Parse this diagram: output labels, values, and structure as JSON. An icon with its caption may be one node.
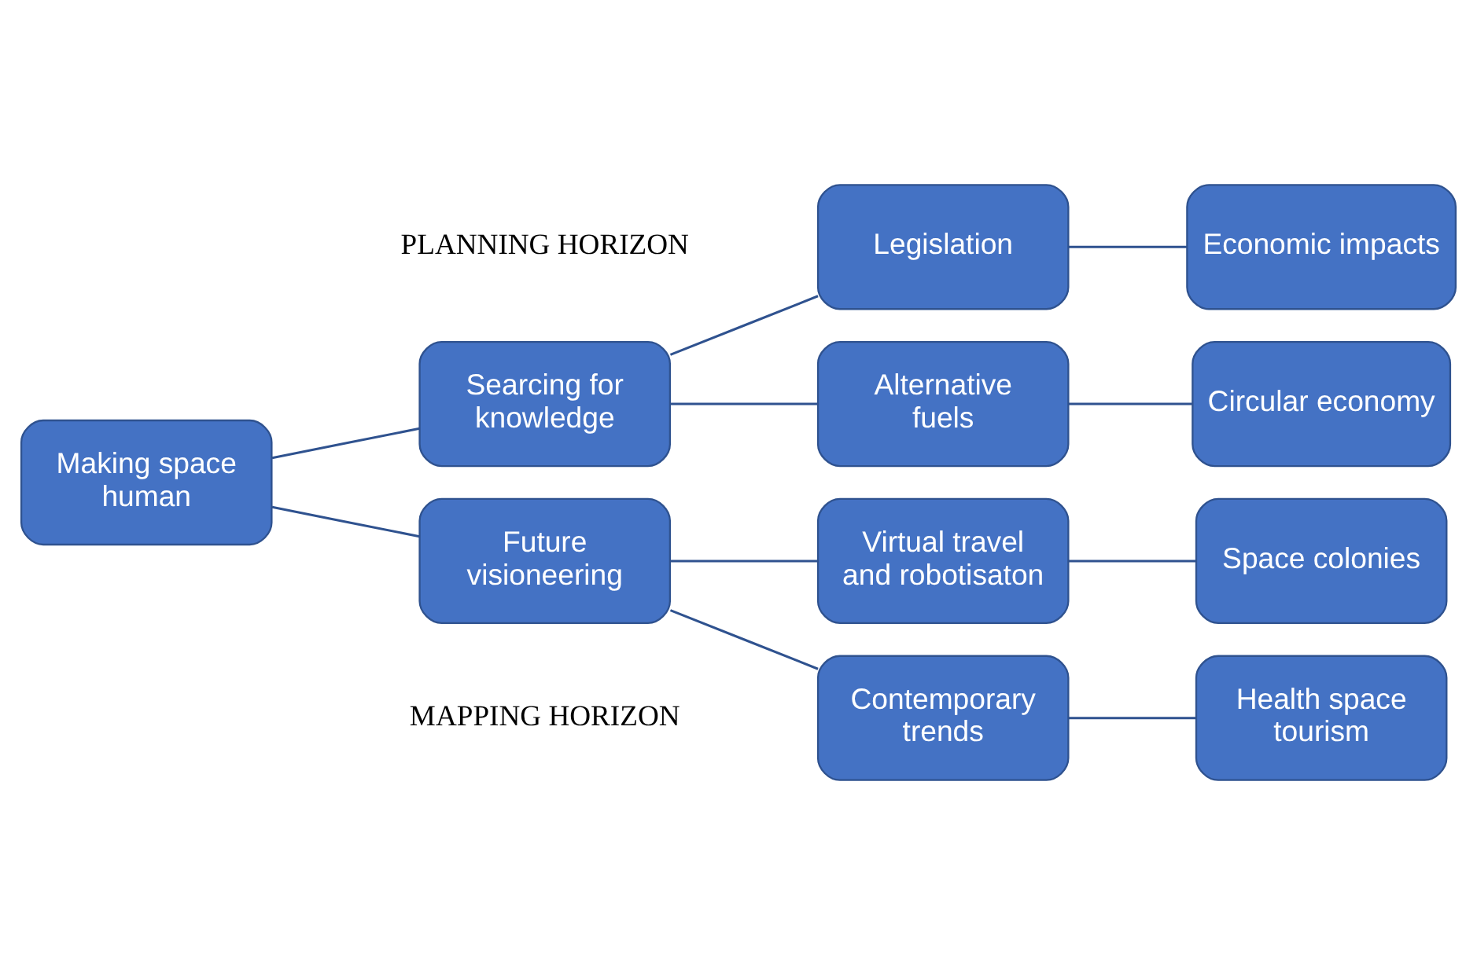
{
  "diagram": {
    "nodes": [
      {
        "text": [
          "Making space human"
        ]
      },
      {
        "text": [
          "Searcing for knowledge"
        ]
      },
      {
        "text": [
          "Future visioneering"
        ]
      },
      {
        "text": [
          "Legislation"
        ]
      },
      {
        "text": [
          "Alternative fuels"
        ]
      },
      {
        "text": [
          "Virtual travel and robotisaton"
        ]
      },
      {
        "text": [
          "Contemporary trends"
        ]
      },
      {
        "text": [
          "Economic impacts"
        ]
      },
      {
        "text": [
          "Circular economy"
        ]
      },
      {
        "text": [
          "Space colonies"
        ]
      },
      {
        "text": [
          "Health space tourism"
        ]
      }
    ],
    "edges": [
      {
        "from": 0,
        "to": 1,
        "arrow": "none"
      },
      {
        "from": 0,
        "to": 2,
        "arrow": "none"
      },
      {
        "from": 1,
        "to": 3,
        "arrow": "none"
      },
      {
        "from": 1,
        "to": 4,
        "arrow": "none"
      },
      {
        "from": 2,
        "to": 5,
        "arrow": "none"
      },
      {
        "from": 2,
        "to": 6,
        "arrow": "none"
      },
      {
        "from": 3,
        "to": 7,
        "arrow": "none"
      },
      {
        "from": 4,
        "to": 8,
        "arrow": "none"
      },
      {
        "from": 5,
        "to": 9,
        "arrow": "none"
      },
      {
        "from": 6,
        "to": 10,
        "arrow": "none"
      }
    ],
    "labels": [
      "PLANNING HORIZON",
      "MAPPING HORIZON"
    ]
  }
}
